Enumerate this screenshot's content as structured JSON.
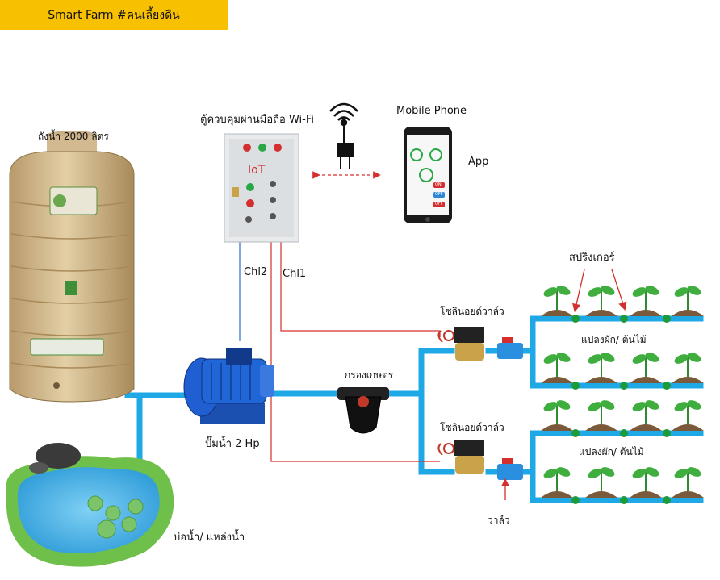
{
  "title": "Smart Farm #คนเลี้ยงดิน",
  "labels": {
    "tank": "ถังน้ำ 2000 ลิตร",
    "controller": "ตู้ควบคุมผ่านมือถือ Wi-Fi",
    "mobile": "Mobile Phone",
    "app": "App",
    "iot": "IoT",
    "chl2": "Chl2",
    "chl1": "Chl1",
    "pump": "ปั๊มน้ำ 2 Hp",
    "filter": "กรองเกษตร",
    "solenoid_top": "โซลินอยด์วาล์ว",
    "solenoid_bottom": "โซลินอยด์วาล์ว",
    "sprinkler": "สปริงเกอร์",
    "bed_top": "แปลงผัก/ ต้นไม้",
    "bed_bottom": "แปลงผัก/ ต้นไม้",
    "valve": "วาล์ว",
    "pond": "บ่อน้ำ/ แหล่งน้ำ"
  },
  "phone_screen": {
    "btn1": "ON",
    "btn2": "OFF",
    "btn3": "OFF"
  },
  "colors": {
    "pipe": "#1fa8e6",
    "signal_wire": "#d32f2f",
    "chl2_wire": "#2e6fd1",
    "title_bg": "#f7c000"
  }
}
